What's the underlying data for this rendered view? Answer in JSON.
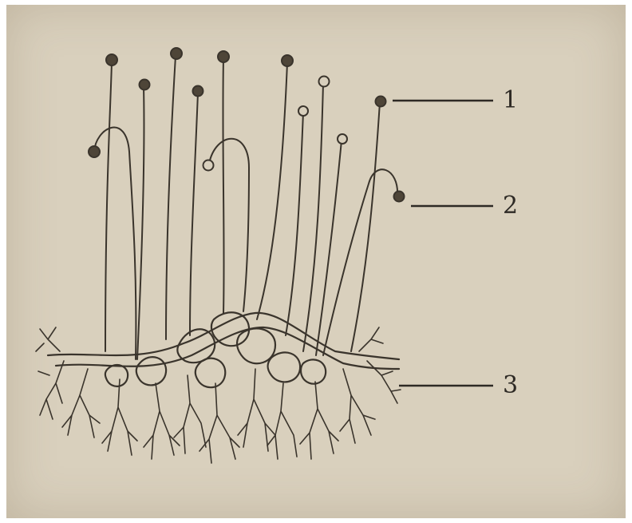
{
  "labels": {
    "one": "1",
    "two": "2",
    "three": "3"
  },
  "colors": {
    "background": "#d9d0bd",
    "ink": "#3a342c",
    "sporangium": "#4e4538"
  }
}
